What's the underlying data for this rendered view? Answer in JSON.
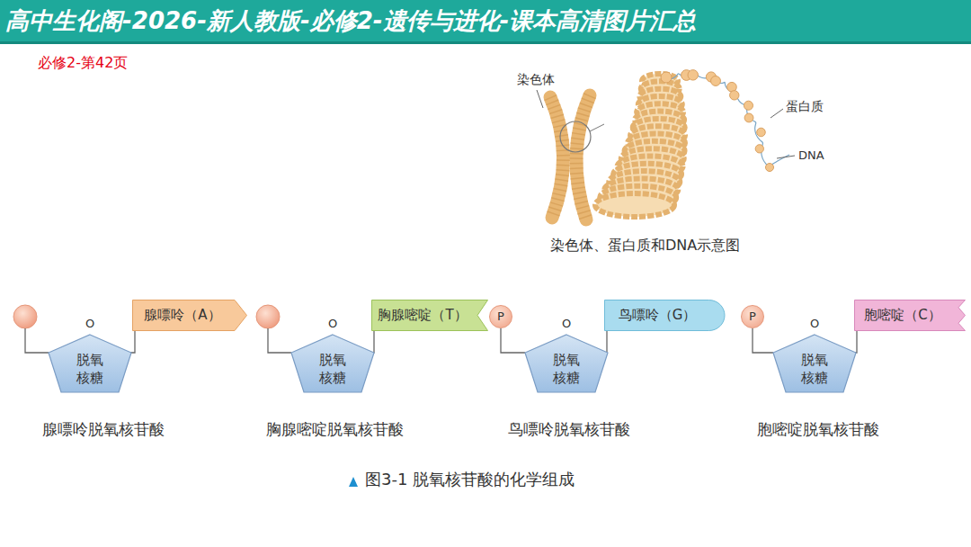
{
  "diagram": {
    "title": "高中生化阁-2026-新人教版-必修2-遗传与进化-课本高清图片汇总",
    "caption": "图3-1 脱氧核苷酸的化学组成",
    "nodes": [
      {
        "text": [
          "O",
          "脱氧 核糖"
        ]
      },
      {
        "text": [
          "腺嘌呤（A）"
        ]
      },
      {
        "text": [
          "O",
          "脱氧 核糖"
        ]
      },
      {
        "text": [
          "胸腺嘧啶（T）"
        ]
      },
      {
        "text": [
          "P"
        ]
      },
      {
        "text": [
          "O",
          "脱氧 核糖"
        ]
      },
      {
        "text": [
          "鸟嘌呤（G）"
        ]
      },
      {
        "text": [
          "P"
        ]
      },
      {
        "text": [
          "O",
          "脱氧 核糖"
        ]
      },
      {
        "text": [
          "胞嘧啶（C）"
        ]
      }
    ],
    "edges": [
      {
        "from": 0,
        "to": 1,
        "arrow": "none"
      },
      {
        "from": 2,
        "to": 3,
        "arrow": "none"
      },
      {
        "from": 4,
        "to": 5,
        "arrow": "none"
      },
      {
        "from": 5,
        "to": 6,
        "arrow": "none"
      },
      {
        "from": 7,
        "to": 8,
        "arrow": "none"
      },
      {
        "from": 8,
        "to": 9,
        "arrow": "none"
      }
    ],
    "labels": [
      "必修2-第42页",
      "染色体",
      "蛋白质",
      "DNA",
      "染色体、蛋白质和DNA示意图",
      "腺嘌呤脱氧核苷酸",
      "胸腺嘧啶脱氧核苷酸",
      "鸟嘌呤脱氧核苷酸",
      "胞嘧啶脱氧核苷酸"
    ]
  }
}
